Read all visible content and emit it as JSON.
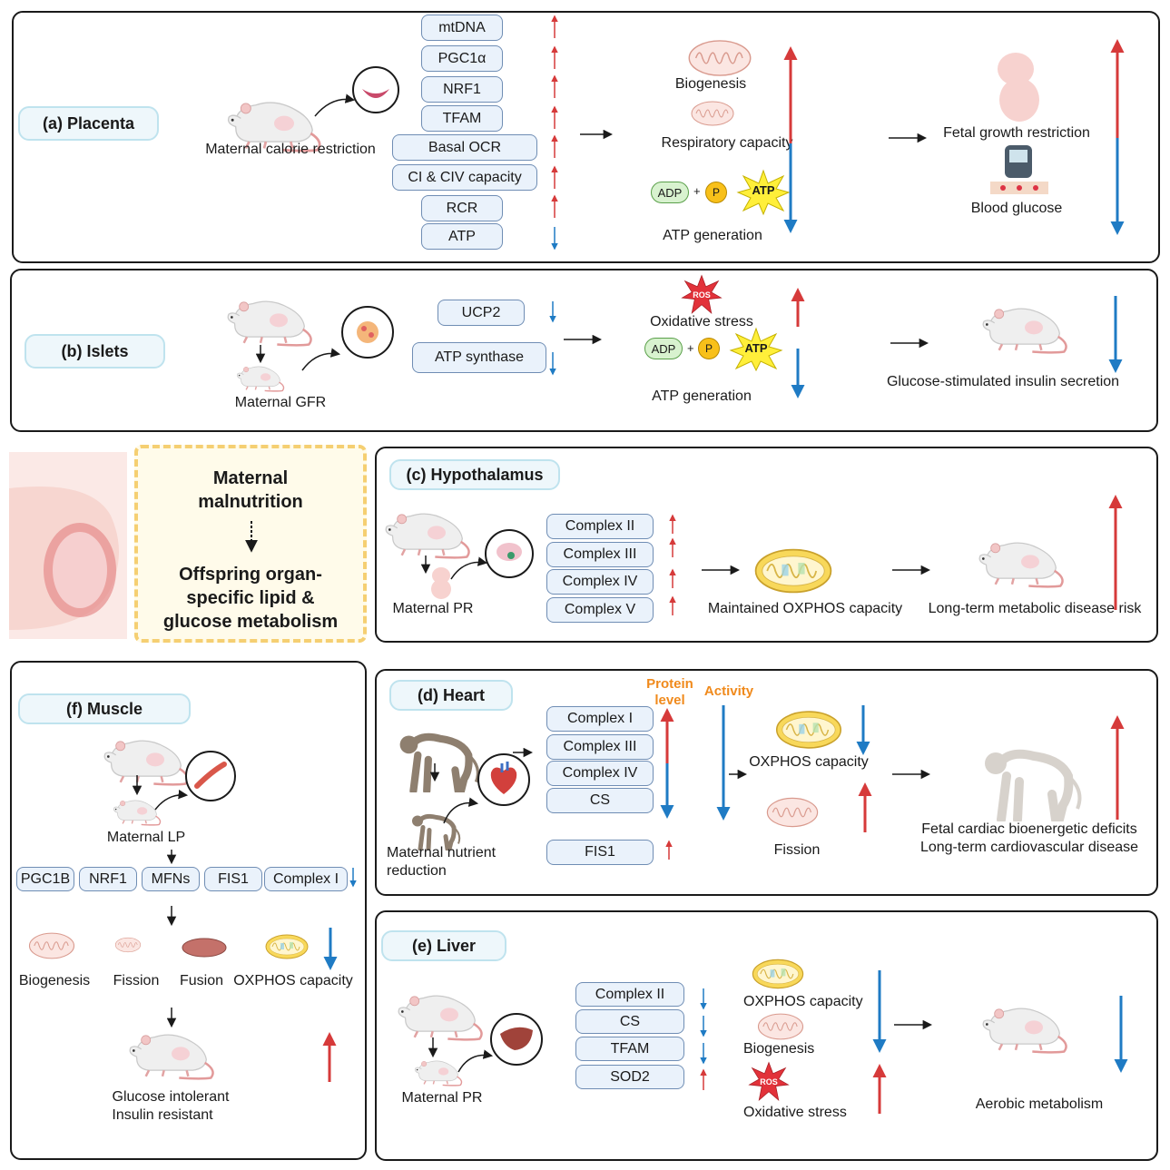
{
  "colors": {
    "up": "#d63a3a",
    "down": "#1f7bc4",
    "tag_fill": "#eef7fb",
    "tag_border": "#bfe3ee",
    "marker_fill": "#eaf2fb",
    "marker_border": "#6f8db4",
    "center_fill": "#fffbea",
    "center_border": "#f5cf72",
    "annotation": "#f08a1c"
  },
  "center": {
    "line1": "Maternal",
    "line2": "malnutrition",
    "line3": "Offspring organ-",
    "line4": "specific lipid &",
    "line5": "glucose metabolism"
  },
  "placenta": {
    "tag": "(a) Placenta",
    "cause": "Maternal calorie restriction",
    "markers": [
      "mtDNA",
      "PGC1α",
      "NRF1",
      "TFAM",
      "Basal  OCR",
      "CI & CIV capacity",
      "RCR",
      "ATP"
    ],
    "biogenesis": "Biogenesis",
    "respiratory": "Respiratory capacity",
    "adp": "ADP",
    "p": "P",
    "atp": "ATP",
    "atp_generation": "ATP generation",
    "fetal": "Fetal growth restriction",
    "glucose": "Blood glucose"
  },
  "islets": {
    "tag": "(b) Islets",
    "cause": "Maternal GFR",
    "markers": [
      "UCP2",
      "ATP synthase"
    ],
    "ros": "ROS",
    "oxidative": "Oxidative stress",
    "adp": "ADP",
    "p": "P",
    "atp": "ATP",
    "atp_generation": "ATP generation",
    "outcome": "Glucose-stimulated insulin secretion"
  },
  "hypothalamus": {
    "tag": "(c) Hypothalamus",
    "cause": "Maternal PR",
    "markers": [
      "Complex II",
      "Complex III",
      "Complex IV",
      "Complex V"
    ],
    "maintained": "Maintained OXPHOS capacity",
    "outcome": "Long-term metabolic disease risk"
  },
  "heart": {
    "tag": "(d) Heart",
    "protein_level_1": "Protein",
    "protein_level_2": "level",
    "activity": "Activity",
    "cause_1": "Maternal nutrient",
    "cause_2": "reduction",
    "markers": [
      "Complex I",
      "Complex III",
      "Complex IV",
      "CS"
    ],
    "fis1": "FIS1",
    "oxphos": "OXPHOS capacity",
    "fission": "Fission",
    "outcome_1": "Fetal cardiac bioenergetic deficits",
    "outcome_2": "Long-term cardiovascular disease"
  },
  "liver": {
    "tag": "(e) Liver",
    "cause": "Maternal PR",
    "markers": [
      "Complex II",
      "CS",
      "TFAM",
      "SOD2"
    ],
    "oxphos": "OXPHOS capacity",
    "biogenesis": "Biogenesis",
    "ros": "ROS",
    "oxidative": "Oxidative stress",
    "outcome": "Aerobic metabolism"
  },
  "muscle": {
    "tag": "(f) Muscle",
    "cause": "Maternal LP",
    "markers": [
      "PGC1B",
      "NRF1",
      "MFNs",
      "FIS1",
      "Complex I"
    ],
    "biogenesis": "Biogenesis",
    "fission": "Fission",
    "fusion": "Fusion",
    "oxphos": "OXPHOS capacity",
    "outcome_1": "Glucose intolerant",
    "outcome_2": "Insulin resistant"
  }
}
